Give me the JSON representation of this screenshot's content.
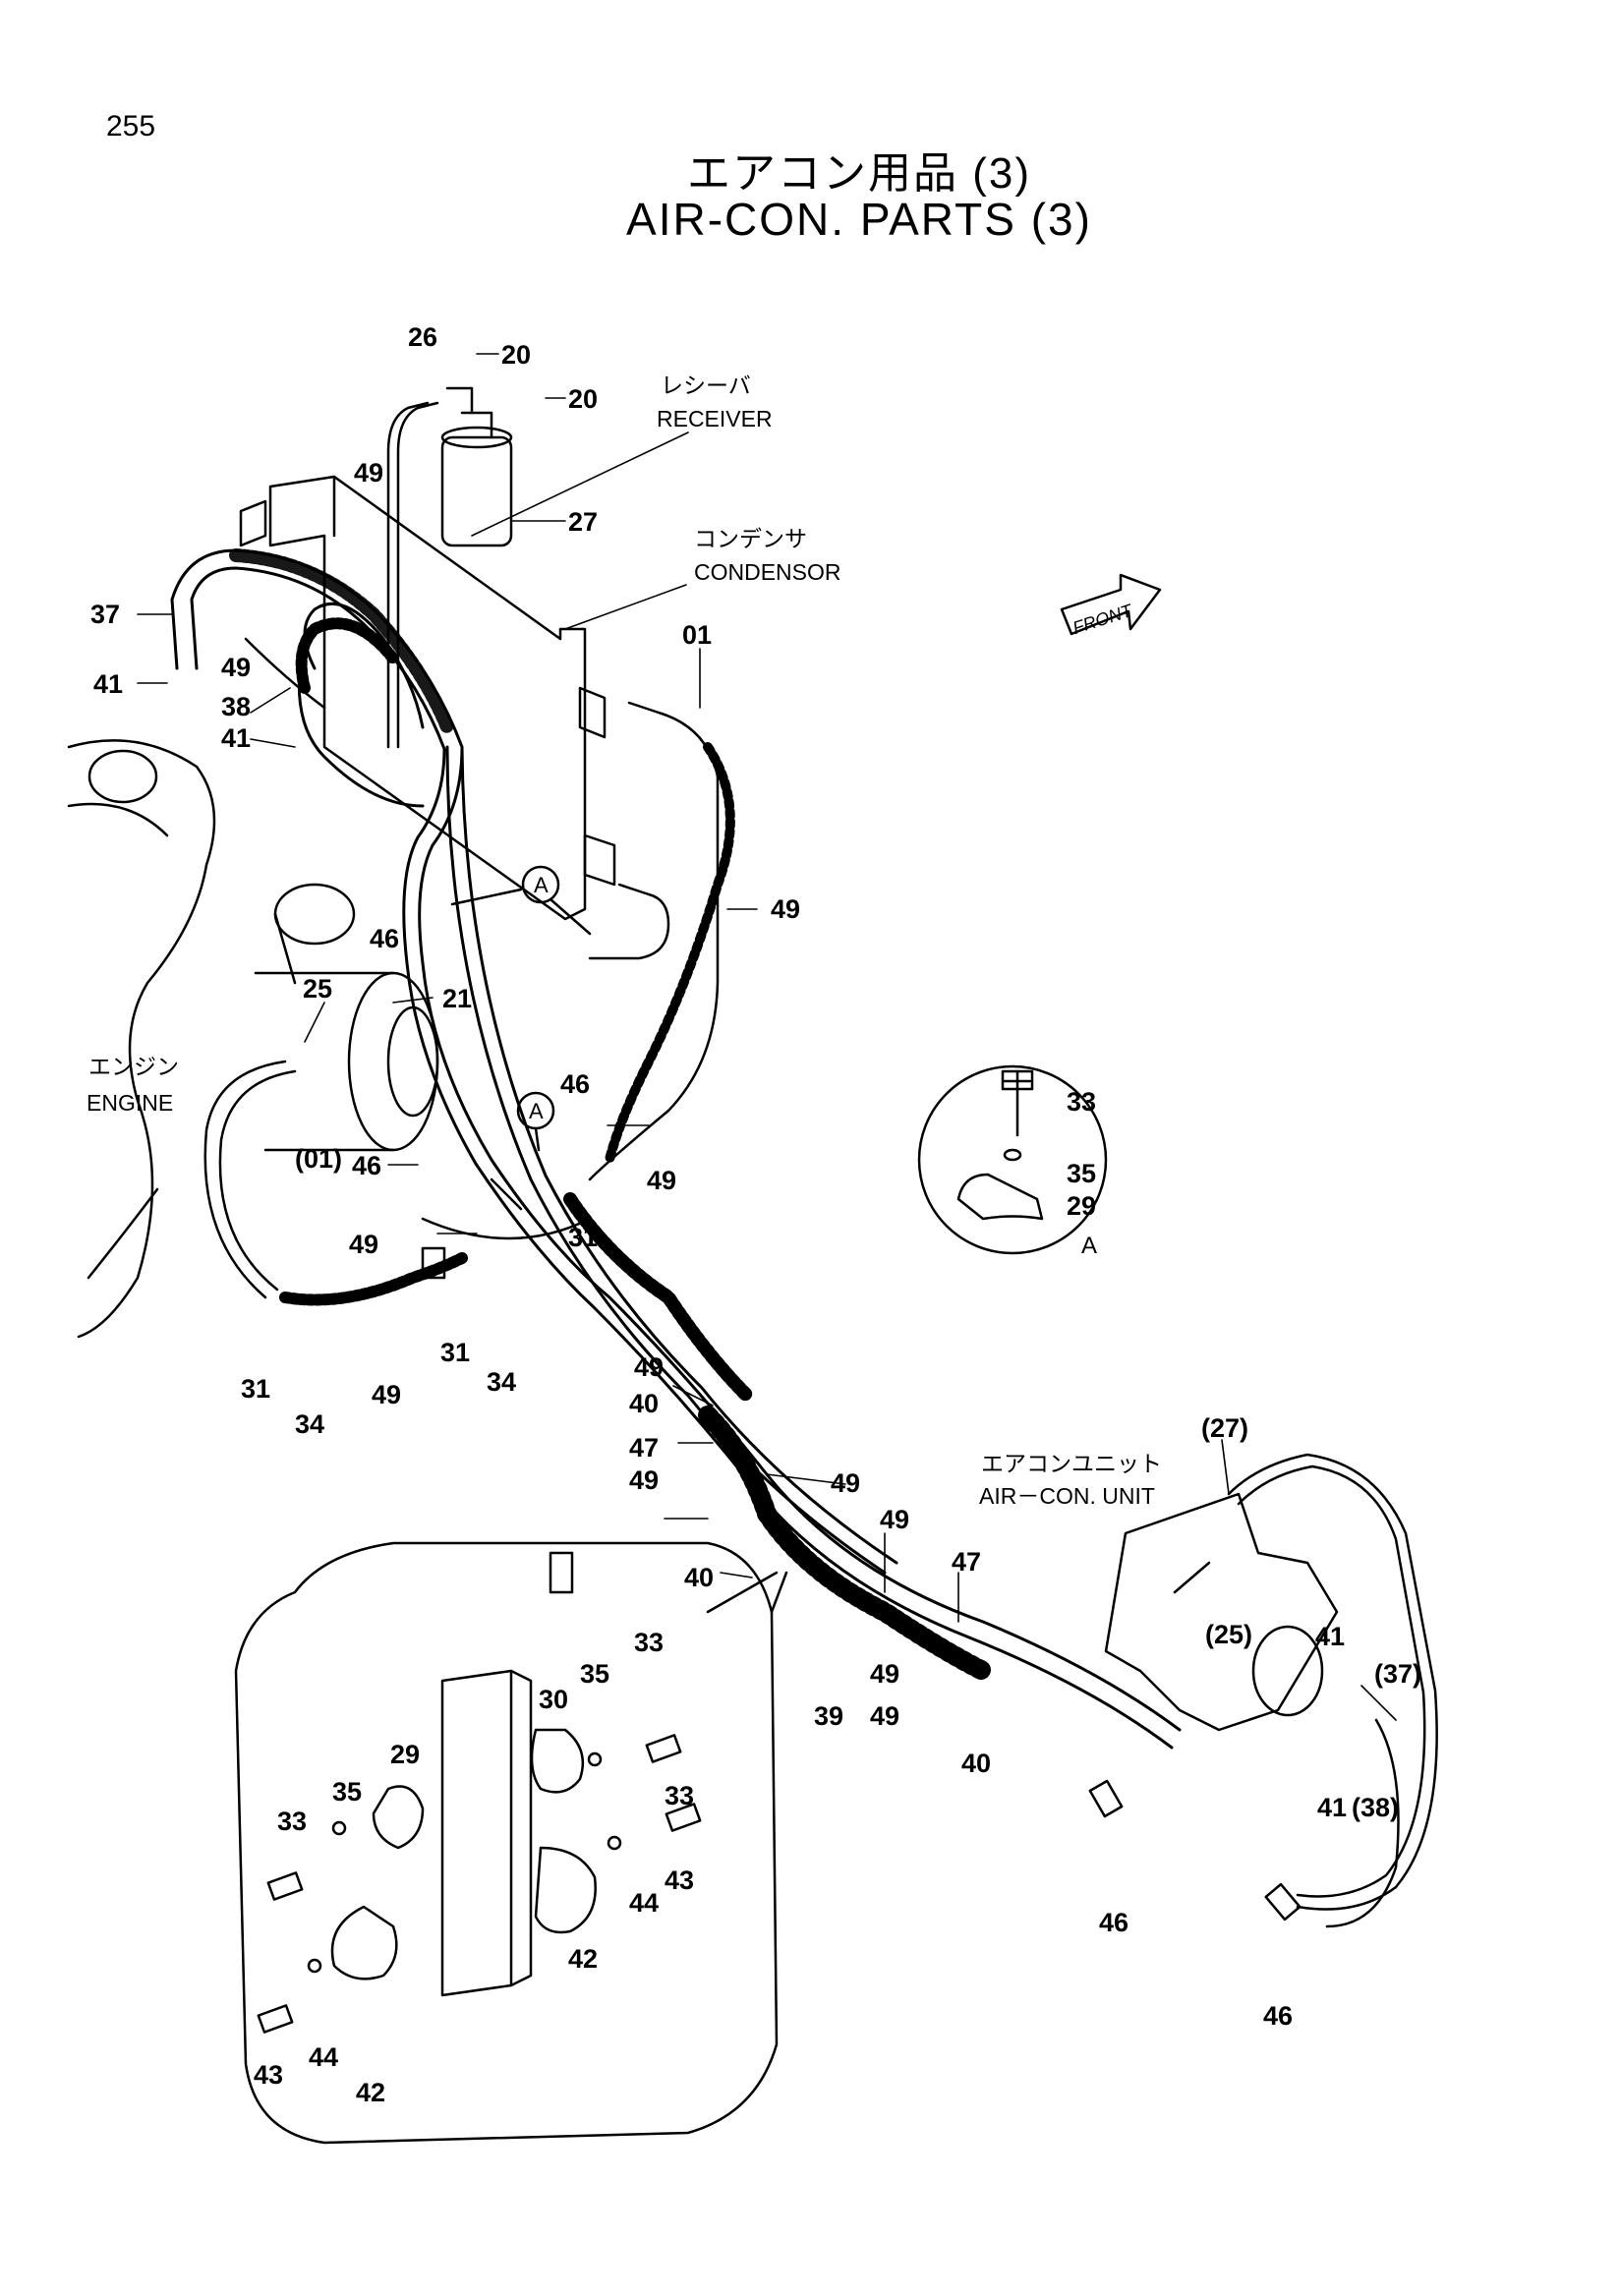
{
  "header": {
    "page_number": "255",
    "title_jp": "エアコン用品 (3)",
    "title_en": "AIR-CON. PARTS (3)"
  },
  "annotations": {
    "receiver_jp": "レシーバ",
    "receiver_en": "RECEIVER",
    "condensor_jp": "コンデンサ",
    "condensor_en": "CONDENSOR",
    "engine_jp": "エンジン",
    "engine_en": "ENGINE",
    "aircon_unit_jp": "エアコンユニット",
    "aircon_unit_en": "AIR－CON. UNIT",
    "front_arrow": "FRONT",
    "detail_a_label": "A",
    "callout_a": "A"
  },
  "part_labels": {
    "p26": "26",
    "p20a": "20",
    "p20b": "20",
    "p27": "27",
    "p49_top": "49",
    "p37": "37",
    "p49_b": "49",
    "p38": "38",
    "p41a": "41",
    "p41b": "41",
    "p01": "01",
    "p49_right": "49",
    "p46a": "46",
    "p25": "25",
    "p21": "21",
    "p01p": "(01)",
    "p46b": "46",
    "p46c": "46",
    "p31a": "31",
    "p49_c": "49",
    "p49_d": "49",
    "p49_e": "49",
    "p31b": "31",
    "p34a": "34",
    "p31c": "31",
    "p34b": "34",
    "p49_f": "49",
    "p49_g": "49",
    "p40a": "40",
    "p47a": "47",
    "p49_h": "49",
    "p49_i": "49",
    "p40b": "40",
    "p49_j": "49",
    "p47b": "47",
    "p39": "39",
    "p49_k": "49",
    "p40c": "40",
    "p27p": "(27)",
    "p25p": "(25)",
    "p41c": "41",
    "p37p": "(37)",
    "p41d": "41",
    "p38p": "(38)",
    "p46d": "46",
    "p46e": "46",
    "pa33": "33",
    "pa35": "35",
    "pa29": "29",
    "pb33a": "33",
    "pb35a": "35",
    "pb30": "30",
    "pb33b": "33",
    "pb29": "29",
    "pb35b": "35",
    "pb33c": "33",
    "pb43a": "43",
    "pb44a": "44",
    "pb42a": "42",
    "pb43b": "43",
    "pb44b": "44",
    "pb42b": "42"
  }
}
